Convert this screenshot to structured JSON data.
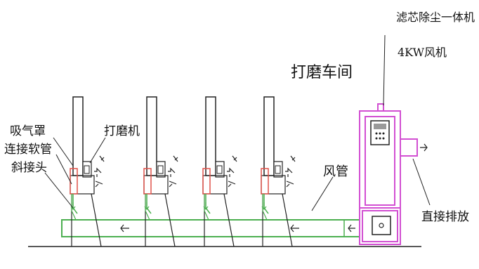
{
  "labels": {
    "unit_name": "滤芯除尘一体机",
    "fan": "4KW风机",
    "workshop": "打磨车间",
    "grinder": "打磨机",
    "hood": "吸气罩",
    "hose": "连接软管",
    "elbow": "斜接头",
    "duct": "风管",
    "exhaust": "直接排放"
  },
  "stations": {
    "count": 4
  },
  "colors": {
    "line": "#222222",
    "duct": "#4caf50",
    "unit": "#d24fd2",
    "hose": "#e0524a",
    "screen": "#9a9a9a"
  },
  "icons": [
    "airflow-arrow-icon",
    "control-panel-icon",
    "access-door-icon"
  ]
}
